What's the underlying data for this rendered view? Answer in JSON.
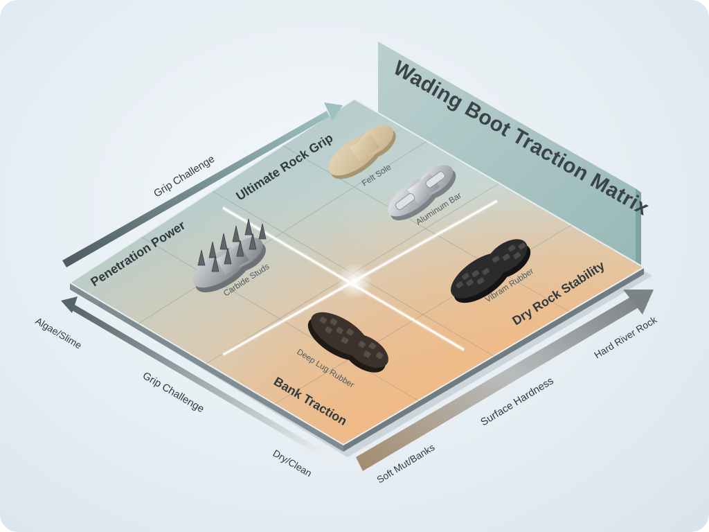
{
  "title": "Wading Boot Traction Matrix",
  "axes": {
    "top": {
      "label": "Grip Challenge"
    },
    "left": {
      "label": "Grip Challenge",
      "start": "Algae/Slime",
      "end": "Dry/Clean"
    },
    "bottom": {
      "label": "Surface Hardness",
      "start": "Soft Mut/Banks",
      "end": "Hard River Rock"
    }
  },
  "quadrants": {
    "top": "Ultimate Rock Grip",
    "left": "Penetration Power",
    "right": "Dry Rock Stability",
    "bottom": "Bank Traction"
  },
  "soles": {
    "felt": "Felt Sole",
    "aluminum": "Aluminum Bar",
    "carbide": "Carbide Studs",
    "vibram": "Vibram Rubber",
    "deep_lug": "Deep Lug Rubber"
  },
  "colors": {
    "teal_zone": "#a9c4c2",
    "orange_zone": "#f3c08e",
    "backboard": "#a9cac7",
    "felt": "#d8c7a6",
    "aluminum": "#c9cdd1",
    "rubber": "#2b2b2b",
    "deep_lug": "#3a322b"
  }
}
